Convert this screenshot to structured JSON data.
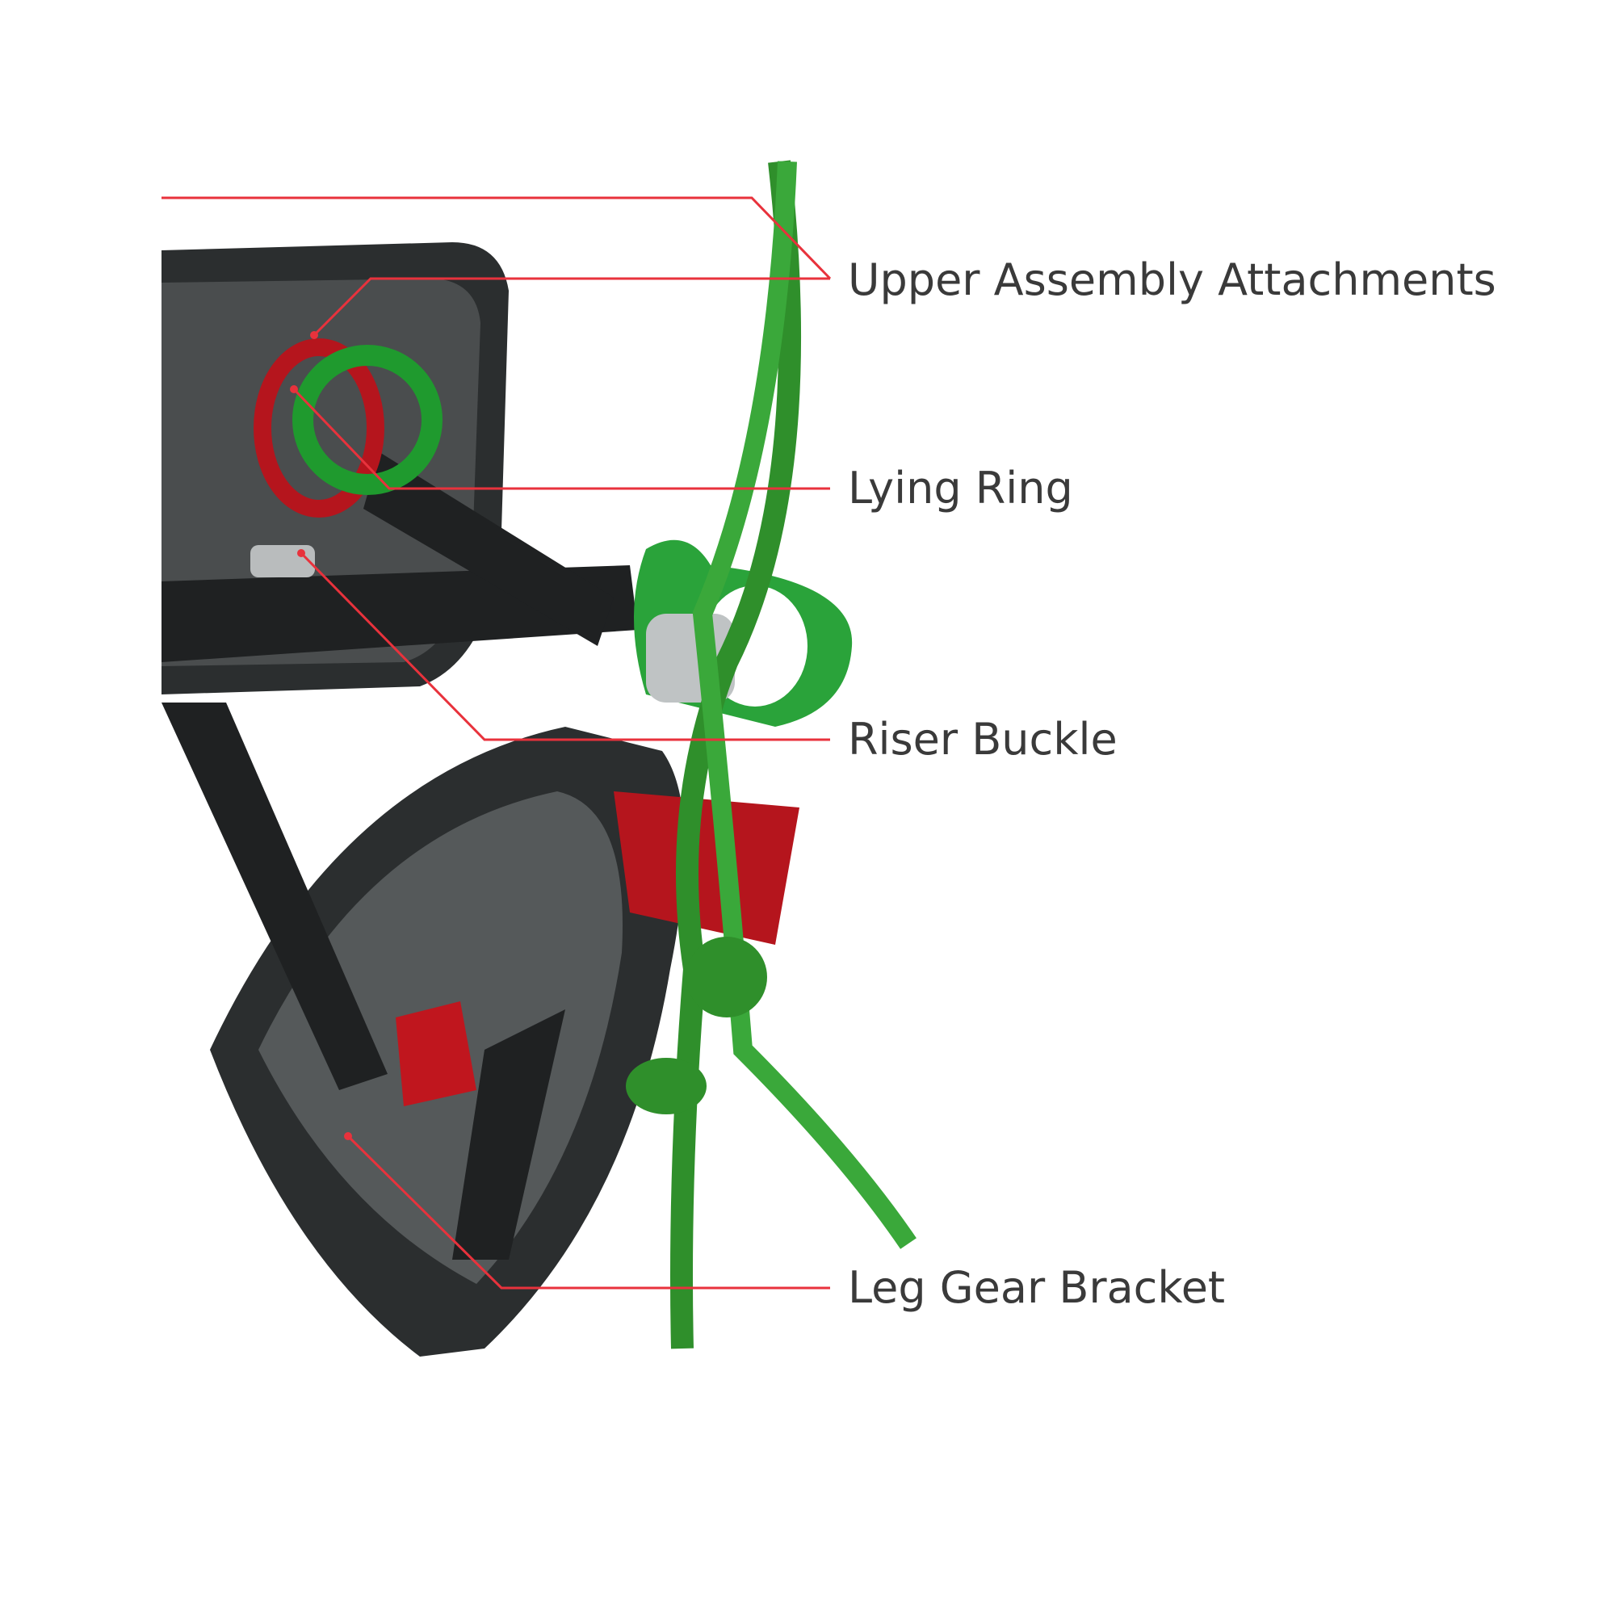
{
  "callouts": [
    {
      "label": "Upper Assembly Attachments"
    },
    {
      "label": "Lying Ring"
    },
    {
      "label": "Riser Buckle"
    },
    {
      "label": "Leg Gear Bracket"
    }
  ],
  "colors": {
    "callout_line": "#e8323c",
    "text": "#3a3a3a",
    "harness_dark": "#2b2e2f",
    "harness_gray": "#5a5d5e",
    "accent_red": "#c0161e",
    "accent_green": "#1f9a2e"
  }
}
